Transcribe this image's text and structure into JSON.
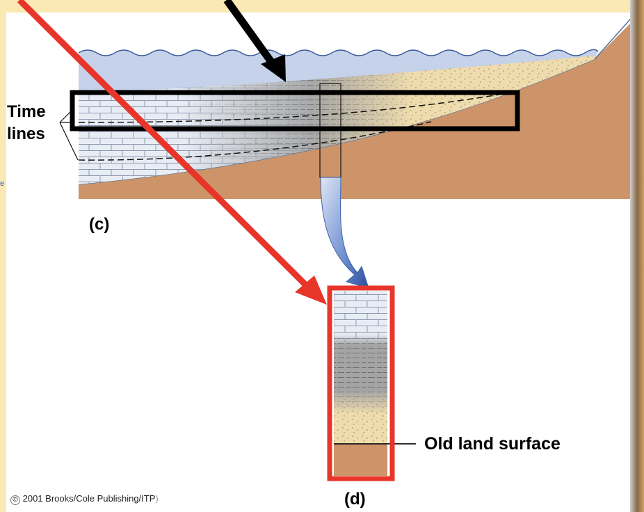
{
  "labels": {
    "time_lines_line1": "Time",
    "time_lines_line2": "lines",
    "panel_c": "(c)",
    "panel_d": "(d)",
    "old_land_surface": "Old land surface"
  },
  "copyright": {
    "symbol": "©",
    "text": " 2001 Brooks/Cole Publishing/ITP",
    "trail": ")"
  },
  "colors": {
    "water": "#c5d2ea",
    "land": "#cc9468",
    "sand": "#efdcae",
    "shale": "#9c9c9c",
    "limestone": "#e8edf5",
    "highlight_black": "#000000",
    "highlight_red": "#e8352a"
  }
}
